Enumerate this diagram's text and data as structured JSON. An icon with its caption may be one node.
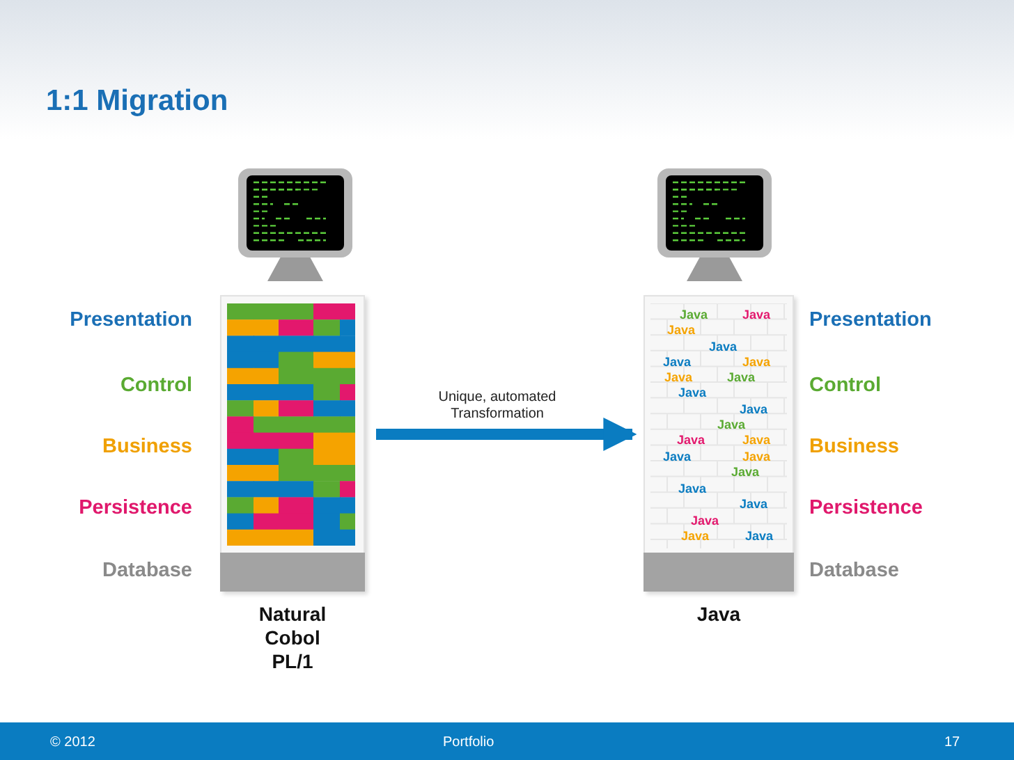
{
  "diagram": {
    "title": "1:1 Migration",
    "nodes": [
      {
        "text": [],
        "shape": "box",
        "beside": [
          "Natural Cobol PL/1"
        ]
      },
      {
        "text": [
          "Java",
          "Java",
          "Java",
          "Java",
          "Java",
          "Java",
          "Java",
          "Java",
          "Java",
          "Java",
          "Java",
          "Java",
          "Java",
          "Java",
          "Java",
          "Java",
          "Java",
          "Java",
          "Java",
          "Java",
          "Java"
        ],
        "beside": [
          "Java"
        ]
      },
      {
        "text": [],
        "shape": "bar",
        "in": 0
      },
      {
        "text": [],
        "shape": "bar",
        "in": 1
      }
    ],
    "edges": [
      {
        "from": 0,
        "to": 1,
        "arrow": "to",
        "label": "Unique, automated Transformation"
      }
    ],
    "labels": [
      "Presentation",
      "Control",
      "Business",
      "Persistence",
      "Database",
      "Presentation",
      "Control",
      "Business",
      "Persistence",
      "Database",
      "© 2012",
      "Portfolio",
      "17"
    ]
  }
}
